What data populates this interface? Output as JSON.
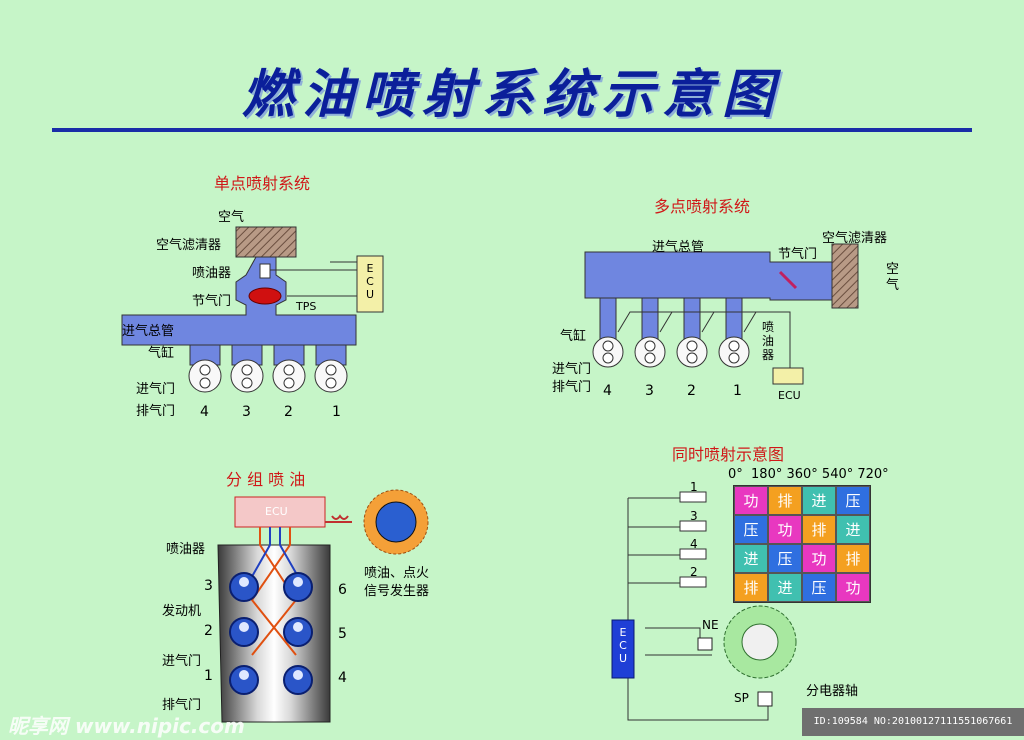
{
  "title": "燃油喷射系统示意图",
  "single_point": {
    "title": "单点喷射系统",
    "air": "空气",
    "air_filter": "空气滤清器",
    "injector": "喷油器",
    "throttle": "节气门",
    "tps": "TPS",
    "ecu": "E C U",
    "manifold": "进气总管",
    "cylinder": "气缸",
    "intake_valve": "进气门",
    "exhaust_valve": "排气门",
    "cyl_numbers": [
      "4",
      "3",
      "2",
      "1"
    ]
  },
  "multi_point": {
    "title": "多点喷射系统",
    "manifold": "进气总管",
    "throttle": "节气门",
    "air_filter": "空气滤清器",
    "air": "空\n气",
    "cylinder": "气缸",
    "intake_valve": "进气门",
    "exhaust_valve": "排气门",
    "injector": "喷\n油\n器",
    "ecu": "ECU",
    "cyl_numbers": [
      "4",
      "3",
      "2",
      "1"
    ]
  },
  "group": {
    "title": "分 组 喷 油",
    "ecu": "ECU",
    "injector": "喷油器",
    "engine": "发动机",
    "intake_valve": "进气门",
    "exhaust_valve": "排气门",
    "signal_line1": "喷油、点火",
    "signal_line2": "信号发生器",
    "left_numbers": [
      "3",
      "2",
      "1"
    ],
    "right_numbers": [
      "6",
      "5",
      "4"
    ]
  },
  "simultaneous": {
    "title": "同时喷射示意图",
    "degrees": "0°  180° 360° 540° 720°",
    "cyl_numbers": [
      "1",
      "3",
      "4",
      "2"
    ],
    "ecu": "E C U",
    "ne": "NE",
    "sp": "SP",
    "distributor": "分电器轴",
    "grid": [
      [
        "功",
        "排",
        "进",
        "压"
      ],
      [
        "压",
        "功",
        "排",
        "进"
      ],
      [
        "进",
        "压",
        "功",
        "排"
      ],
      [
        "排",
        "进",
        "压",
        "功"
      ]
    ]
  },
  "watermark": "昵享网 www.nipic.com",
  "image_id": "ID:109584 NO:20100127111551067661"
}
